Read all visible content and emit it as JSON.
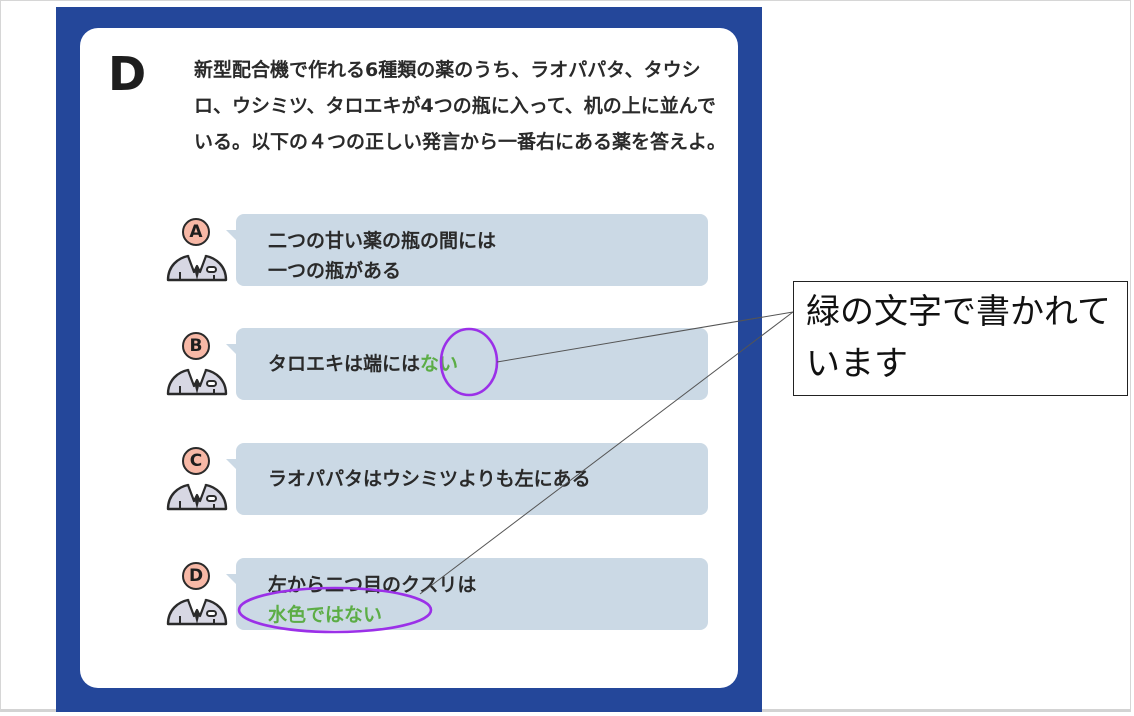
{
  "puzzle": {
    "letter": "D",
    "question": "新型配合機で作れる6種類の薬のうち、ラオパパタ、タウシロ、ウシミツ、タロエキが4つの瓶に入って、机の上に並んでいる。以下の４つの正しい発言から一番右にある薬を答えよ。"
  },
  "statements": [
    {
      "label": "A",
      "line1": "二つの甘い薬の瓶の間には",
      "line2": "一つの瓶がある"
    },
    {
      "label": "B",
      "line1": "タロエキは端には",
      "line1_green": "ない"
    },
    {
      "label": "C",
      "line1": "ラオパパタはウシミツよりも左にある"
    },
    {
      "label": "D",
      "line1": "左から二つ目のクスリは",
      "line2_green": "水色ではない"
    }
  ],
  "annotation": {
    "callout_text": "緑の文字で書かれています",
    "circle_color": "#9b30e8",
    "highlight_color": "#5cad46"
  },
  "icons": [
    "person-suit-icon"
  ],
  "colors": {
    "panel": "#24479a",
    "bubble": "#cbd9e5",
    "badge": "#f7b8a6"
  }
}
